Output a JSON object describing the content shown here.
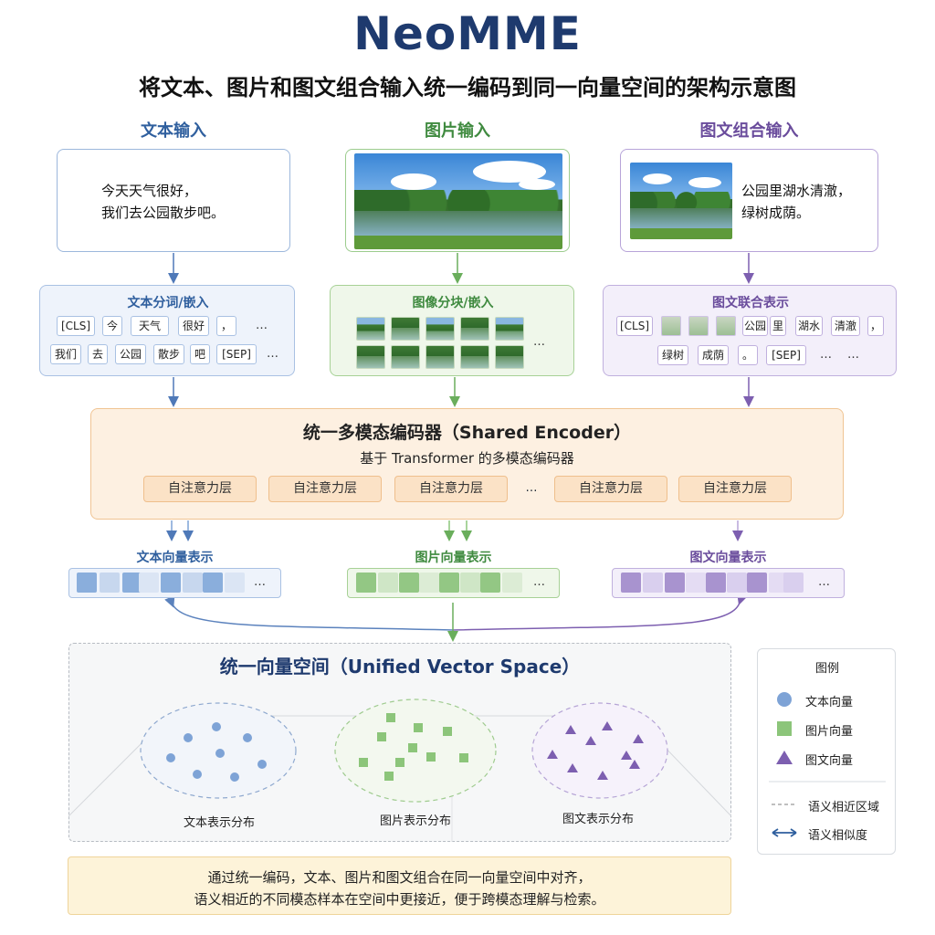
{
  "header": {
    "title": "NeoMME",
    "subtitle": "将文本、图片和图文组合输入统一编码到同一向量空间的架构示意图"
  },
  "inputs": {
    "text": {
      "title": "文本输入",
      "line1": "今天天气很好，",
      "line2": "我们去公园散步吧。"
    },
    "image": {
      "title": "图片输入"
    },
    "combo": {
      "title": "图文组合输入",
      "line1": "公园里湖水清澈，",
      "line2": "绿树成荫。"
    }
  },
  "embed": {
    "text": {
      "title": "文本分词/嵌入",
      "row1": [
        "[CLS]",
        "今",
        "天气",
        "很好",
        "，",
        "…"
      ],
      "row2": [
        "我们",
        "去",
        "公园",
        "散步",
        "吧",
        "[SEP]",
        "…"
      ]
    },
    "image": {
      "title": "图像分块/嵌入",
      "more": "…"
    },
    "combo": {
      "title": "图文联合表示",
      "row1": [
        "[CLS]",
        "公园",
        "里",
        "湖水",
        "清澈",
        "，"
      ],
      "row2": [
        "绿树",
        "成荫",
        "。",
        "[SEP]",
        "…",
        "…"
      ]
    }
  },
  "encoder": {
    "title": "统一多模态编码器（Shared Encoder）",
    "subtitle": "基于 Transformer 的多模态编码器",
    "layers": [
      "自注意力层",
      "自注意力层",
      "自注意力层",
      "…",
      "自注意力层",
      "自注意力层"
    ]
  },
  "vectors": {
    "text": {
      "title": "文本向量表示",
      "more": "…"
    },
    "image": {
      "title": "图片向量表示",
      "more": "…"
    },
    "combo": {
      "title": "图文向量表示",
      "more": "…"
    }
  },
  "space": {
    "title": "统一向量空间（Unified Vector Space）",
    "text_label": "文本表示分布",
    "image_label": "图片表示分布",
    "combo_label": "图文表示分布"
  },
  "legend": {
    "title": "图例",
    "text_vec": "文本向量",
    "image_vec": "图片向量",
    "combo_vec": "图文向量",
    "region": "语义相近区域",
    "similarity": "语义相似度"
  },
  "note": {
    "line1": "通过统一编码，文本、图片和图文组合在同一向量空间中对齐，",
    "line2": "语义相近的不同模态样本在空间中更接近，便于跨模态理解与检索。"
  },
  "colors": {
    "blue": "#7ea3d6",
    "green": "#8cc57a",
    "purple": "#7d5fb0",
    "orange": "#f0c493"
  }
}
